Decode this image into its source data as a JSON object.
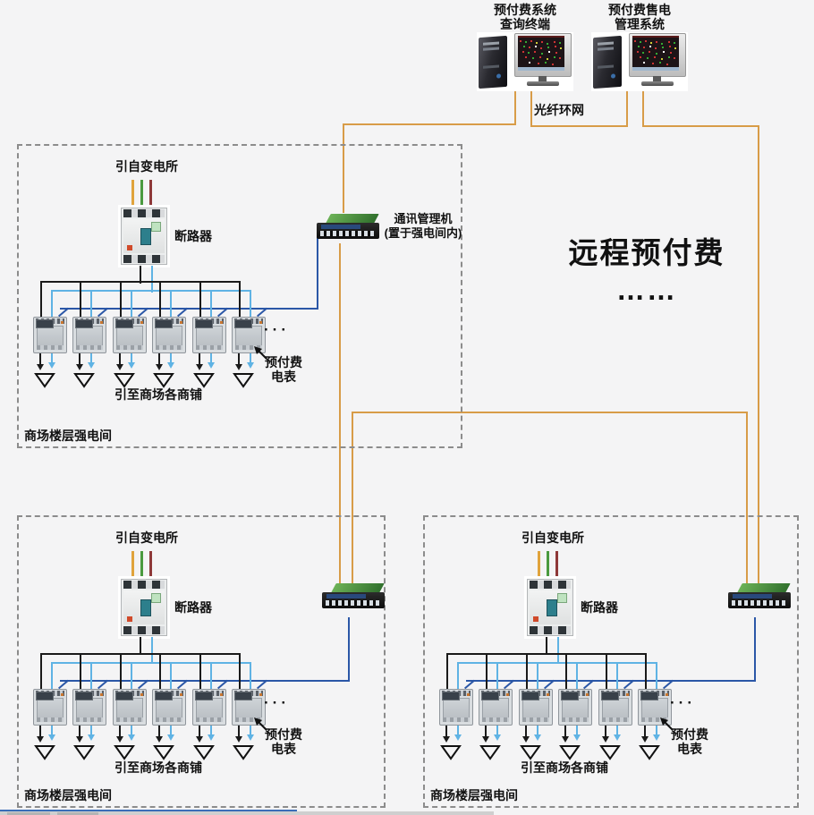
{
  "colors": {
    "fiber_orange": "#d89c48",
    "phase_a_orange": "#e0a33c",
    "phase_b_green": "#4a9a3f",
    "phase_c_red": "#8e3838",
    "neutral_black": "#1a1a1a",
    "load_light_blue": "#5fb3e4",
    "comm_dark_blue": "#2b57a7",
    "background": "#f4f4f5"
  },
  "header": {
    "fiber_label": "光纤环网",
    "terminals": [
      {
        "line1": "预付费系统",
        "line2": "查询终端"
      },
      {
        "line1": "预付费售电",
        "line2": "管理系统"
      }
    ]
  },
  "comm_manager": {
    "line1": "通讯管理机",
    "line2": "(置于强电间内)"
  },
  "title": {
    "main": "远程预付费",
    "dots": "……"
  },
  "rooms": [
    {
      "source": "引自变电所",
      "breaker": "断路器",
      "ellipsis": "···",
      "meter_line1": "预付费",
      "meter_line2": "电表",
      "shops": "引至商场各商铺",
      "name": "商场楼层强电间",
      "meter_count": 6
    },
    {
      "source": "引自变电所",
      "breaker": "断路器",
      "ellipsis": "···",
      "meter_line1": "预付费",
      "meter_line2": "电表",
      "shops": "引至商场各商铺",
      "name": "商场楼层强电间",
      "meter_count": 6
    },
    {
      "source": "引自变电所",
      "breaker": "断路器",
      "ellipsis": "···",
      "meter_line1": "预付费",
      "meter_line2": "电表",
      "shops": "引至商场各商铺",
      "name": "商场楼层强电间",
      "meter_count": 6
    }
  ]
}
